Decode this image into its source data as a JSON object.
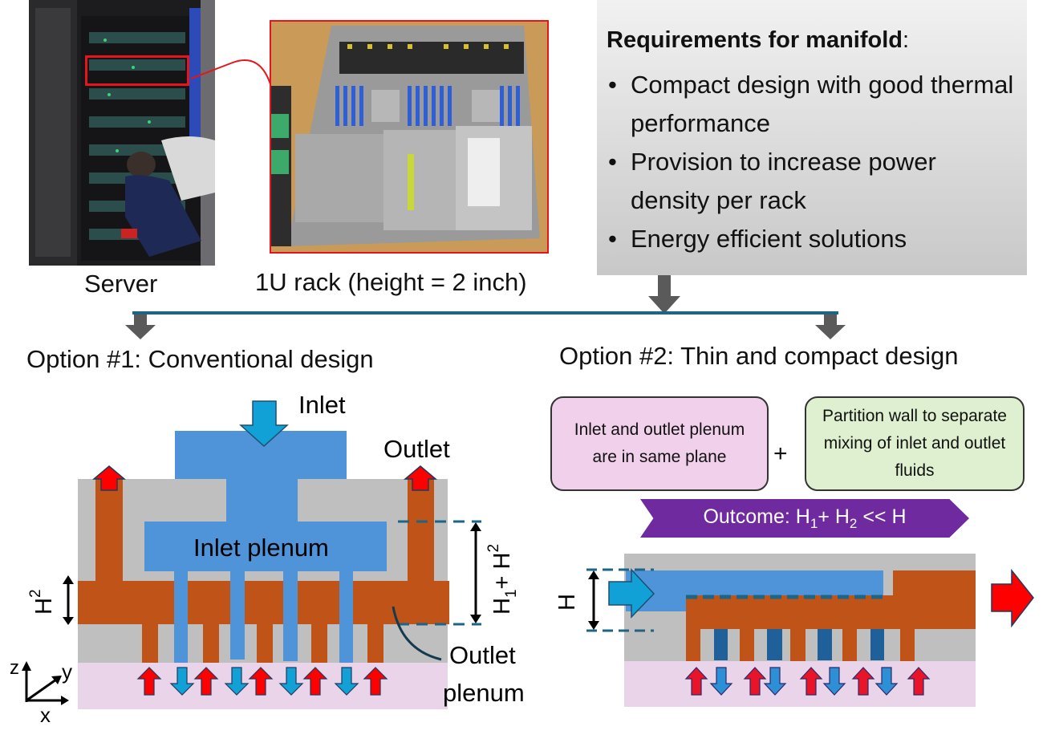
{
  "top": {
    "server_caption": "Server",
    "rack_caption": "1U rack (height = 2 inch)",
    "requirements": {
      "title": "Requirements for manifold",
      "title_suffix": ":",
      "items": [
        "Compact design with good thermal performance",
        "Provision to increase power density per rack",
        "Energy efficient solutions"
      ]
    }
  },
  "options": {
    "option1": {
      "title": "Option #1: Conventional design",
      "labels": {
        "inlet": "Inlet",
        "outlet": "Outlet",
        "inlet_plenum": "Inlet plenum",
        "outlet_plenum_line1": "Outlet",
        "outlet_plenum_line2": "plenum",
        "h2": "H",
        "h2_sub": "2",
        "h12_a": "H",
        "h12_a_sub": "1",
        "h12_plus": "+ ",
        "h12_b": "H",
        "h12_b_sub": "2",
        "axis_z": "z",
        "axis_y": "y",
        "axis_x": "x"
      }
    },
    "option2": {
      "title": "Option #2: Thin and compact design",
      "box1": "Inlet and outlet plenum are in same plane",
      "plus": "+",
      "box2": "Partition wall to separate mixing of inlet and outlet fluids",
      "outcome": {
        "prefix": "Outcome: H",
        "sub1": "1",
        "mid": "+ H",
        "sub2": "2",
        "suffix": " << H"
      },
      "labels": {
        "h": "H"
      }
    }
  },
  "colors": {
    "gray_body": "#bfbfbf",
    "inlet_blue": "#4f93d8",
    "channel_dark_blue": "#1f5f9a",
    "outlet_orange": "#c05317",
    "substrate_pink": "#ead4e9",
    "arrow_red": "#ff0000",
    "arrow_cyan": "#12a1d6",
    "flow_line": "#1e6585",
    "outcome_purple": "#6f2a9f",
    "cloud_pink": "#f0d0ea",
    "cloud_green": "#dff0d0",
    "connector_gray": "#5a5a5a"
  }
}
